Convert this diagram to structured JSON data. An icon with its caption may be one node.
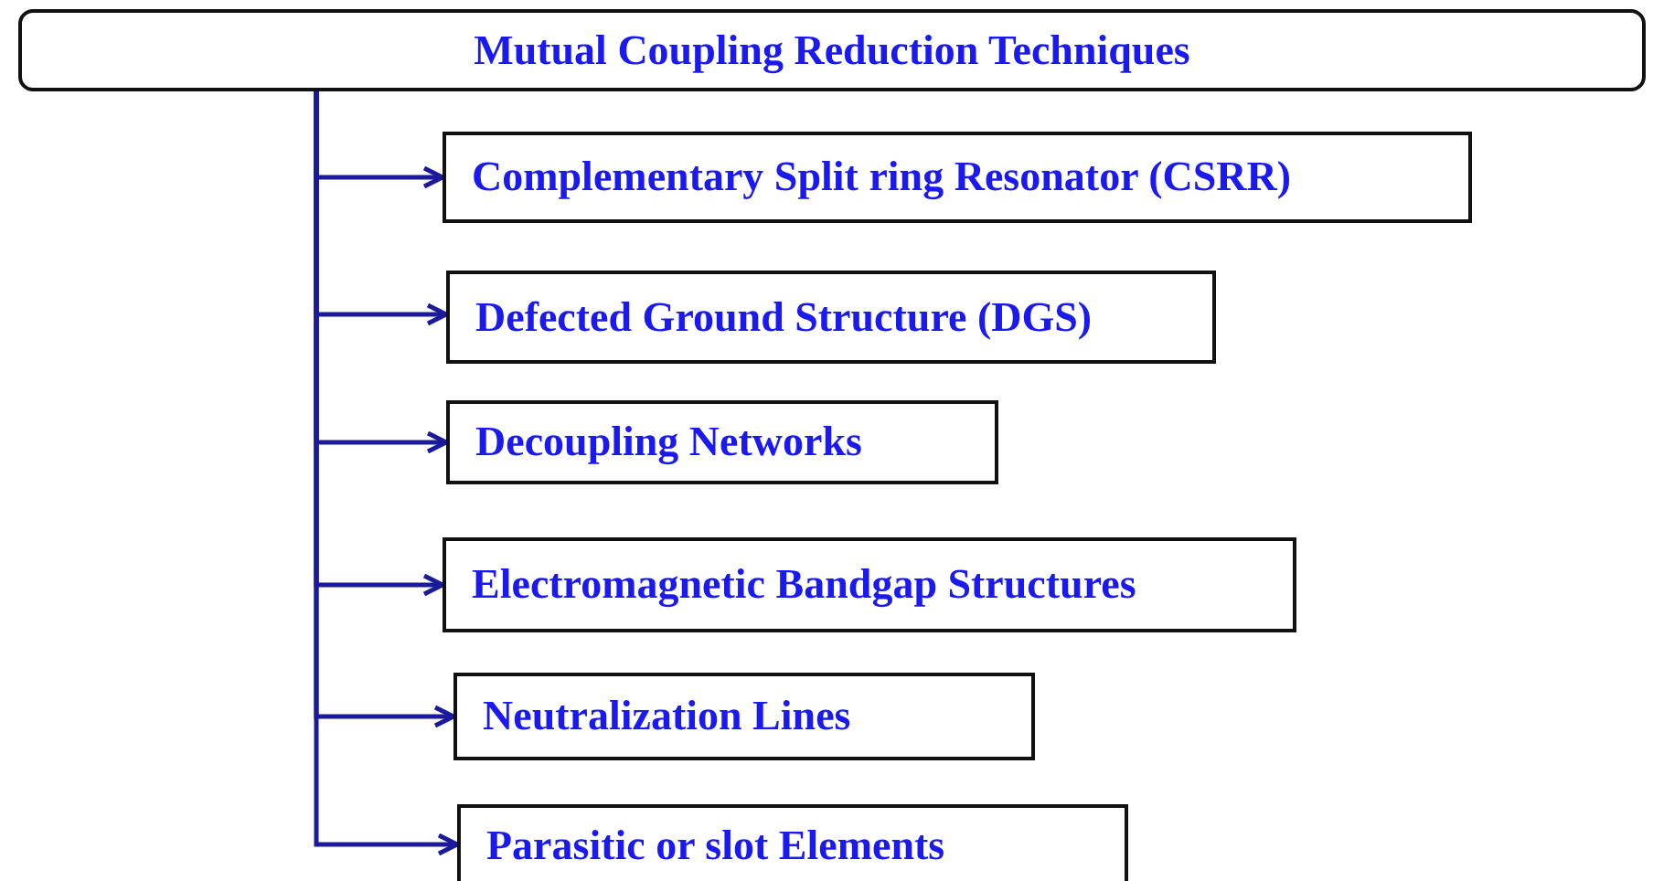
{
  "diagram": {
    "nodes": [
      {
        "text": [
          "Mutual Coupling Reduction Techniques"
        ]
      },
      {
        "text": [
          "Complementary Split ring Resonator (CSRR)"
        ]
      },
      {
        "text": [
          "Defected Ground Structure (DGS)"
        ]
      },
      {
        "text": [
          "Decoupling Networks"
        ]
      },
      {
        "text": [
          "Electromagnetic Bandgap Structures"
        ]
      },
      {
        "text": [
          "Neutralization Lines"
        ]
      },
      {
        "text": [
          "Parasitic or slot Elements"
        ]
      }
    ],
    "edges": [
      {
        "from": 0,
        "to": 1,
        "arrow": "to"
      },
      {
        "from": 0,
        "to": 2,
        "arrow": "to"
      },
      {
        "from": 0,
        "to": 3,
        "arrow": "to"
      },
      {
        "from": 0,
        "to": 4,
        "arrow": "to"
      },
      {
        "from": 0,
        "to": 5,
        "arrow": "to"
      },
      {
        "from": 0,
        "to": 6,
        "arrow": "to"
      }
    ]
  }
}
